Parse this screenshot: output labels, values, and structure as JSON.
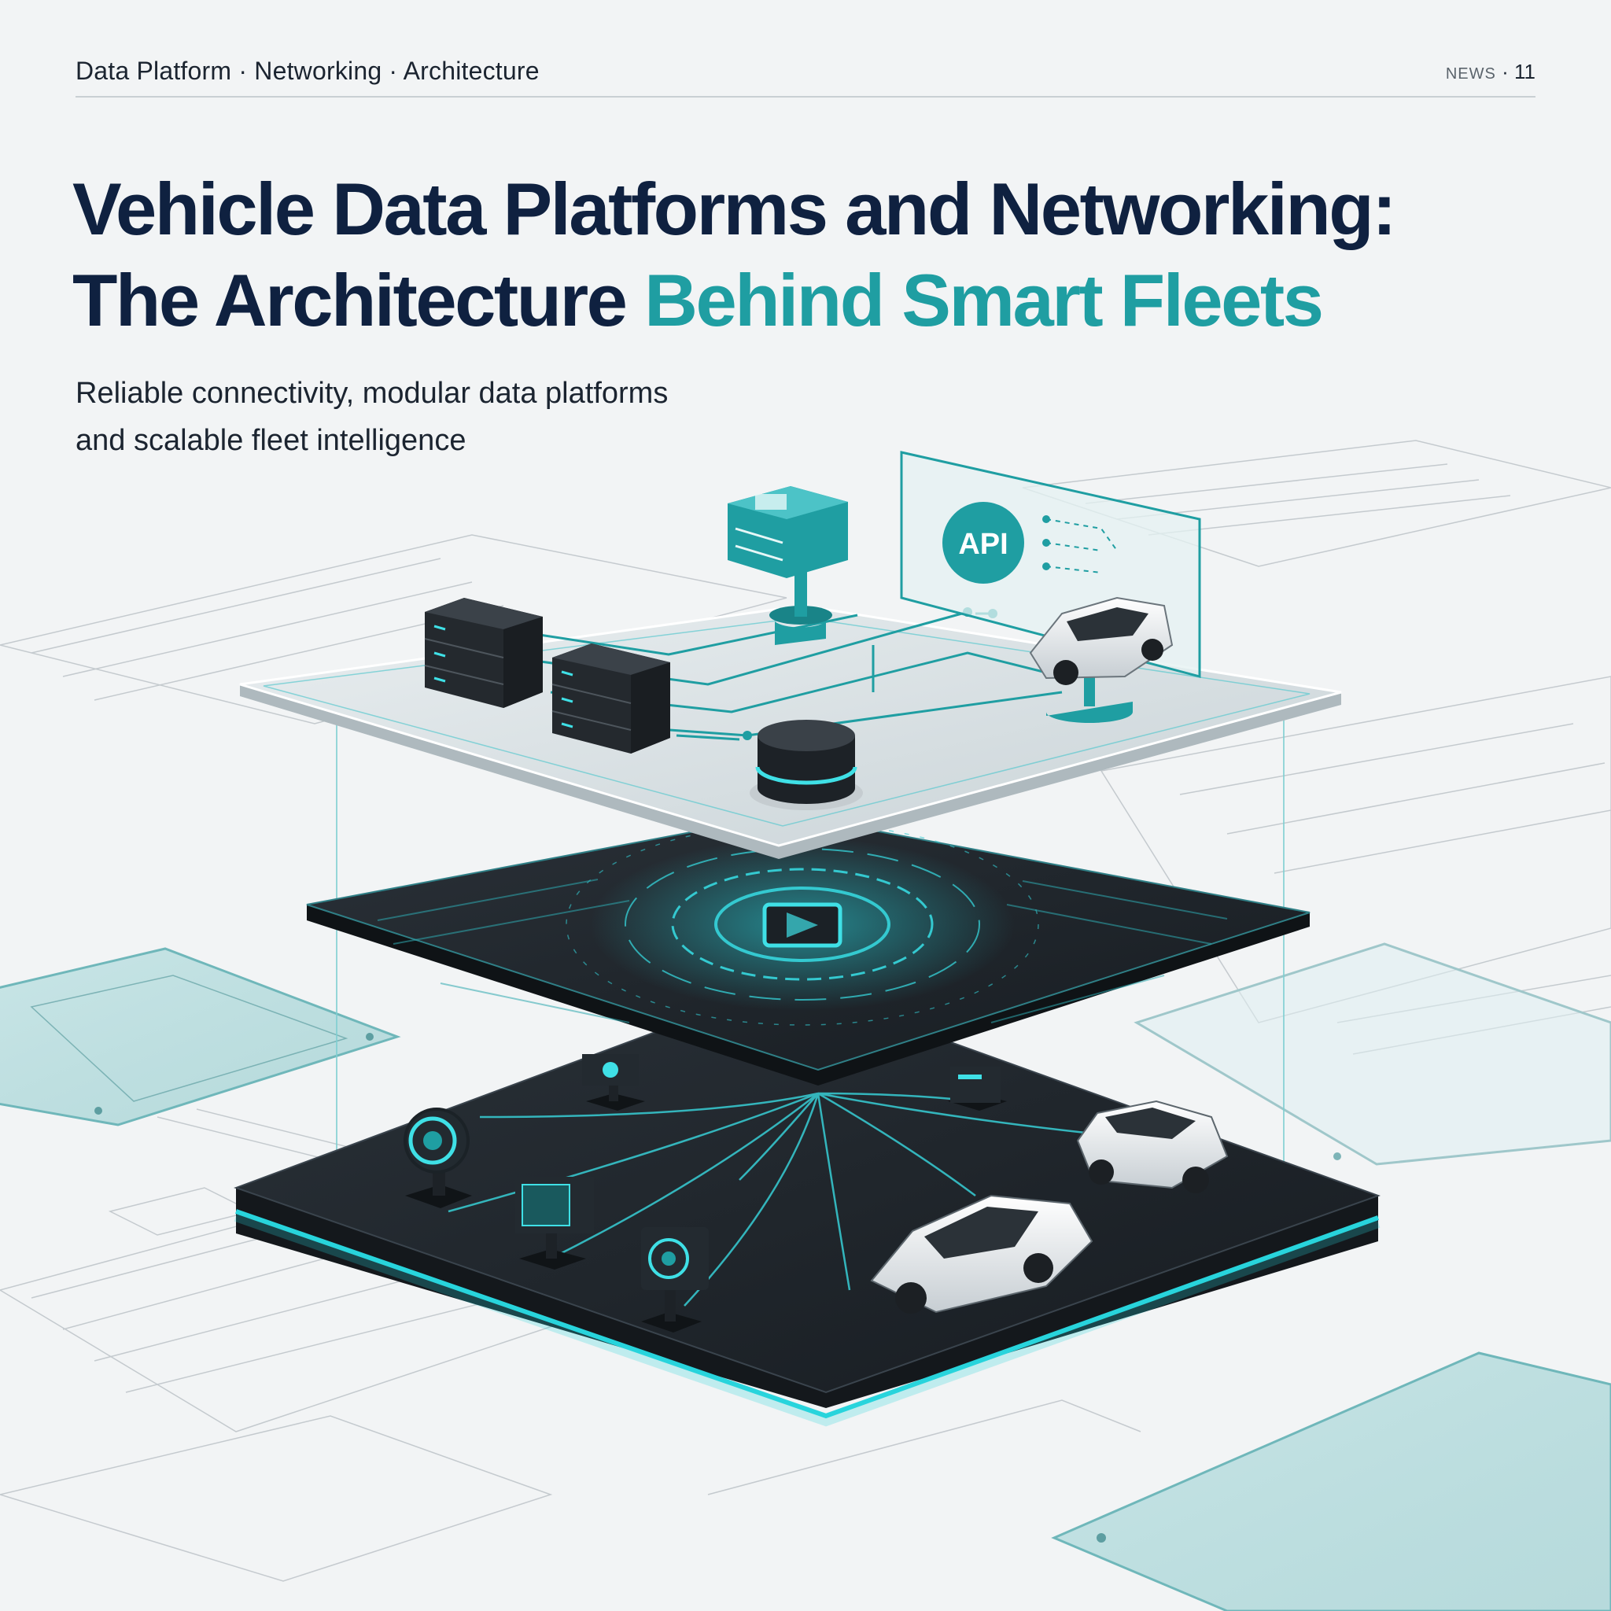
{
  "header": {
    "kicker": "Data Platform · Networking · Architecture",
    "issue_code": "NEWS",
    "issue_separator": "·",
    "page_number": "11"
  },
  "title": {
    "line1": "Vehicle Data Platforms and Networking:",
    "line2_prefix": "The Architecture",
    "line2_accent": "Behind Smart Fleets"
  },
  "subtitle": {
    "line1": "Reliable connectivity, modular data platforms",
    "line2": "and scalable fleet intelligence"
  },
  "illustration": {
    "api_badge": "API",
    "accent_color": "#1f9ea2",
    "glow_color": "#28d4dc",
    "dark_color": "#1d2329"
  }
}
